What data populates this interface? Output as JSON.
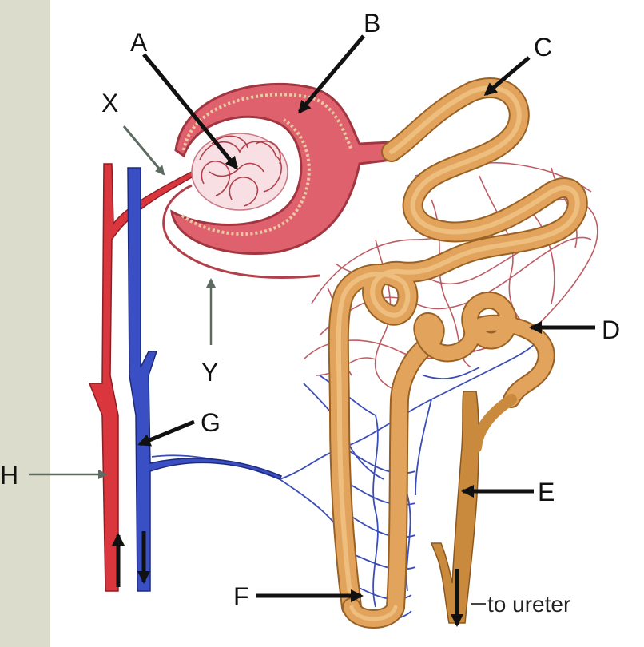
{
  "labels": {
    "A": "A",
    "B": "B",
    "C": "C",
    "D": "D",
    "E": "E",
    "F": "F",
    "G": "G",
    "H": "H",
    "X": "X",
    "Y": "Y"
  },
  "ureter_note": "to ureter",
  "colors": {
    "side_panel": "#dcdccc",
    "artery": "#d9363e",
    "vein": "#3b4fc4",
    "capsule": "#e0616e",
    "tubule": "#e2a45c",
    "capillary_red": "#b2404a",
    "capillary_blue": "#3a4db8",
    "pointer_black": "#111111",
    "pointer_grey": "#5d6b60"
  }
}
